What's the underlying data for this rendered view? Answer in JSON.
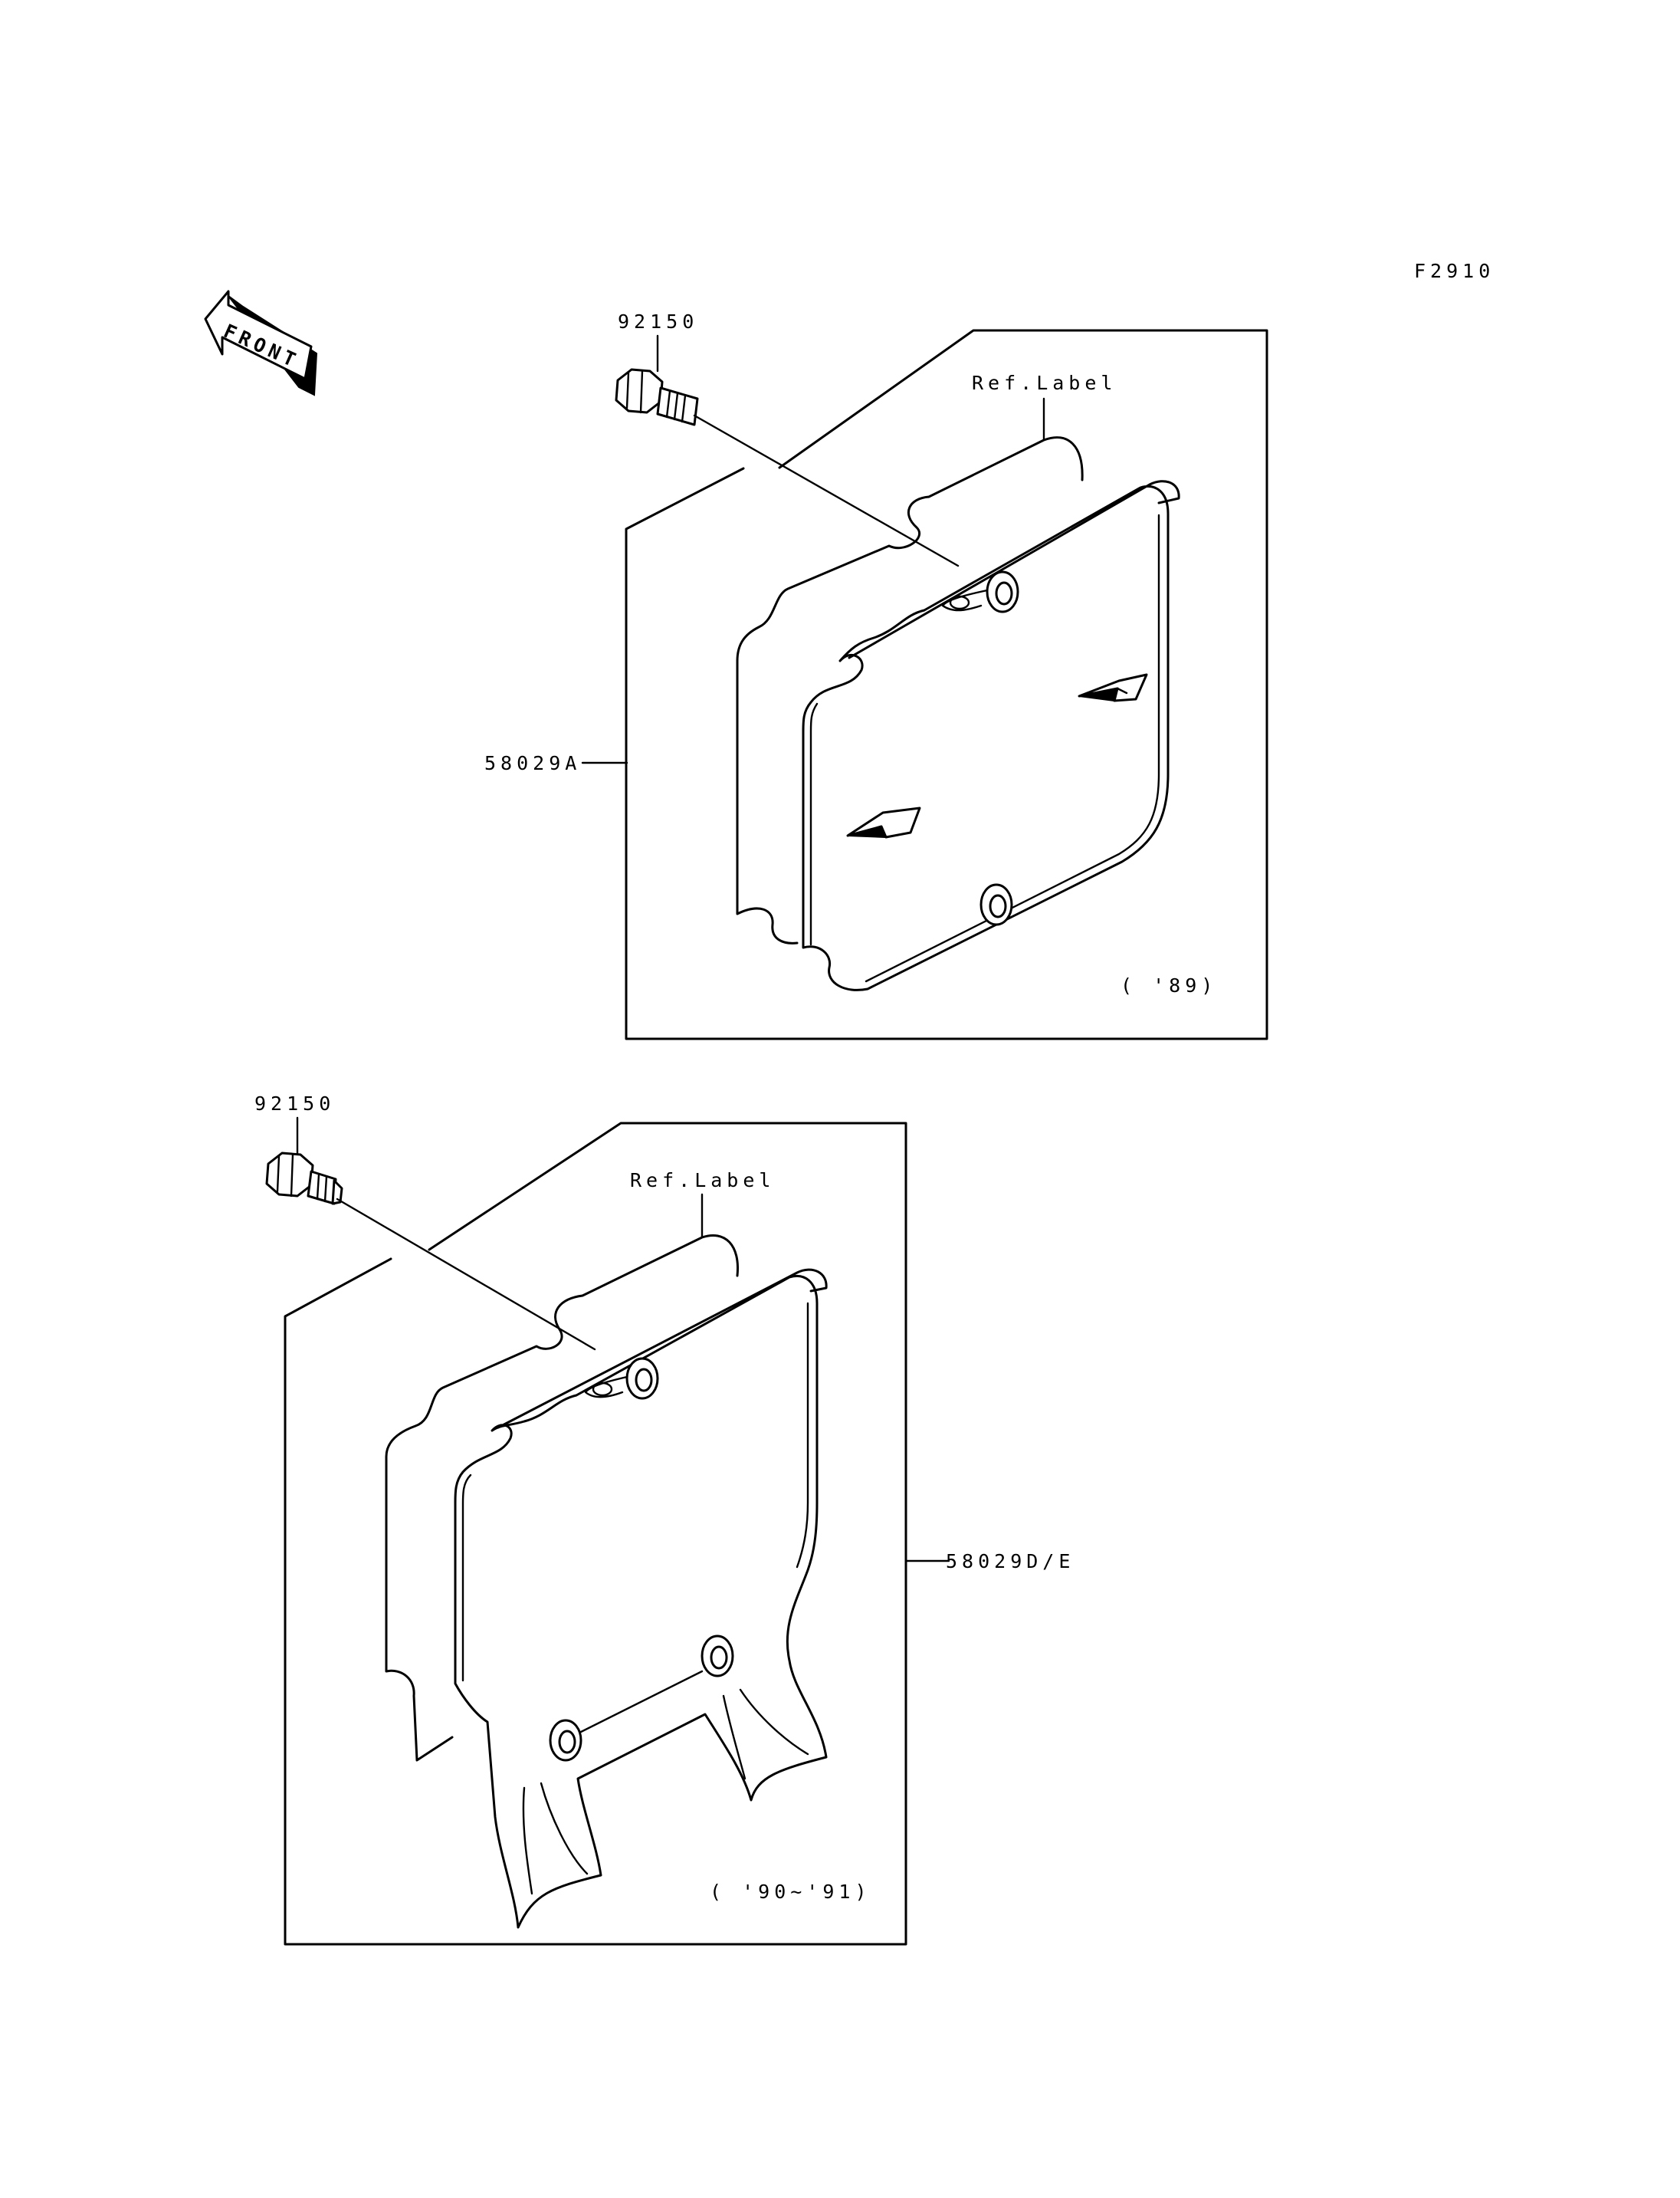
{
  "figure_code": "F2910",
  "front_label": "FRONT",
  "panels": [
    {
      "bolt_part": "92150",
      "label_ref": "Ref.Label",
      "plate_part": "58029A",
      "years": "( '89)"
    },
    {
      "bolt_part": "92150",
      "label_ref": "Ref.Label",
      "plate_part": "58029D/E",
      "years": "( '90~'91)"
    }
  ]
}
